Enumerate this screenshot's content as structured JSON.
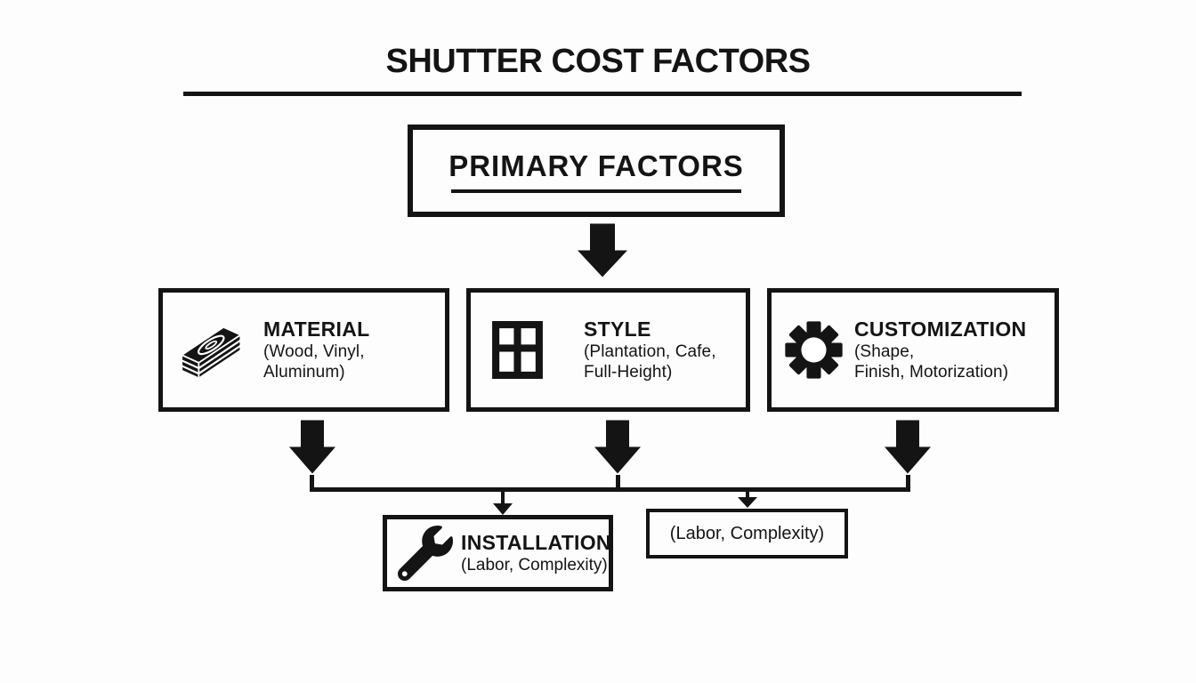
{
  "colors": {
    "ink": "#141414",
    "background": "#fdfdfd"
  },
  "title": "SHUTTER COST FACTORS",
  "primary_box": {
    "label": "PRIMARY FACTORS"
  },
  "factor_boxes": {
    "material": {
      "label": "MATERIAL",
      "sub_lines": [
        "(Wood, Vinyl, Aluminum)"
      ],
      "icon": "wood-plank-icon"
    },
    "style": {
      "label": "STYLE",
      "sub_lines": [
        "(Plantation, Cafe,",
        "Full-Height)"
      ],
      "icon": "window-icon"
    },
    "customization": {
      "label": "CUSTOMIZATION",
      "sub_lines": [
        "(Shape,",
        "Finish, Motorization)"
      ],
      "icon": "gear-icon"
    }
  },
  "installation_box": {
    "label": "INSTALLATION",
    "sub": "(Labor, Complexity)",
    "icon": "wrench-icon"
  },
  "labor_complexity_box": {
    "label": "(Labor, Complexity)"
  }
}
